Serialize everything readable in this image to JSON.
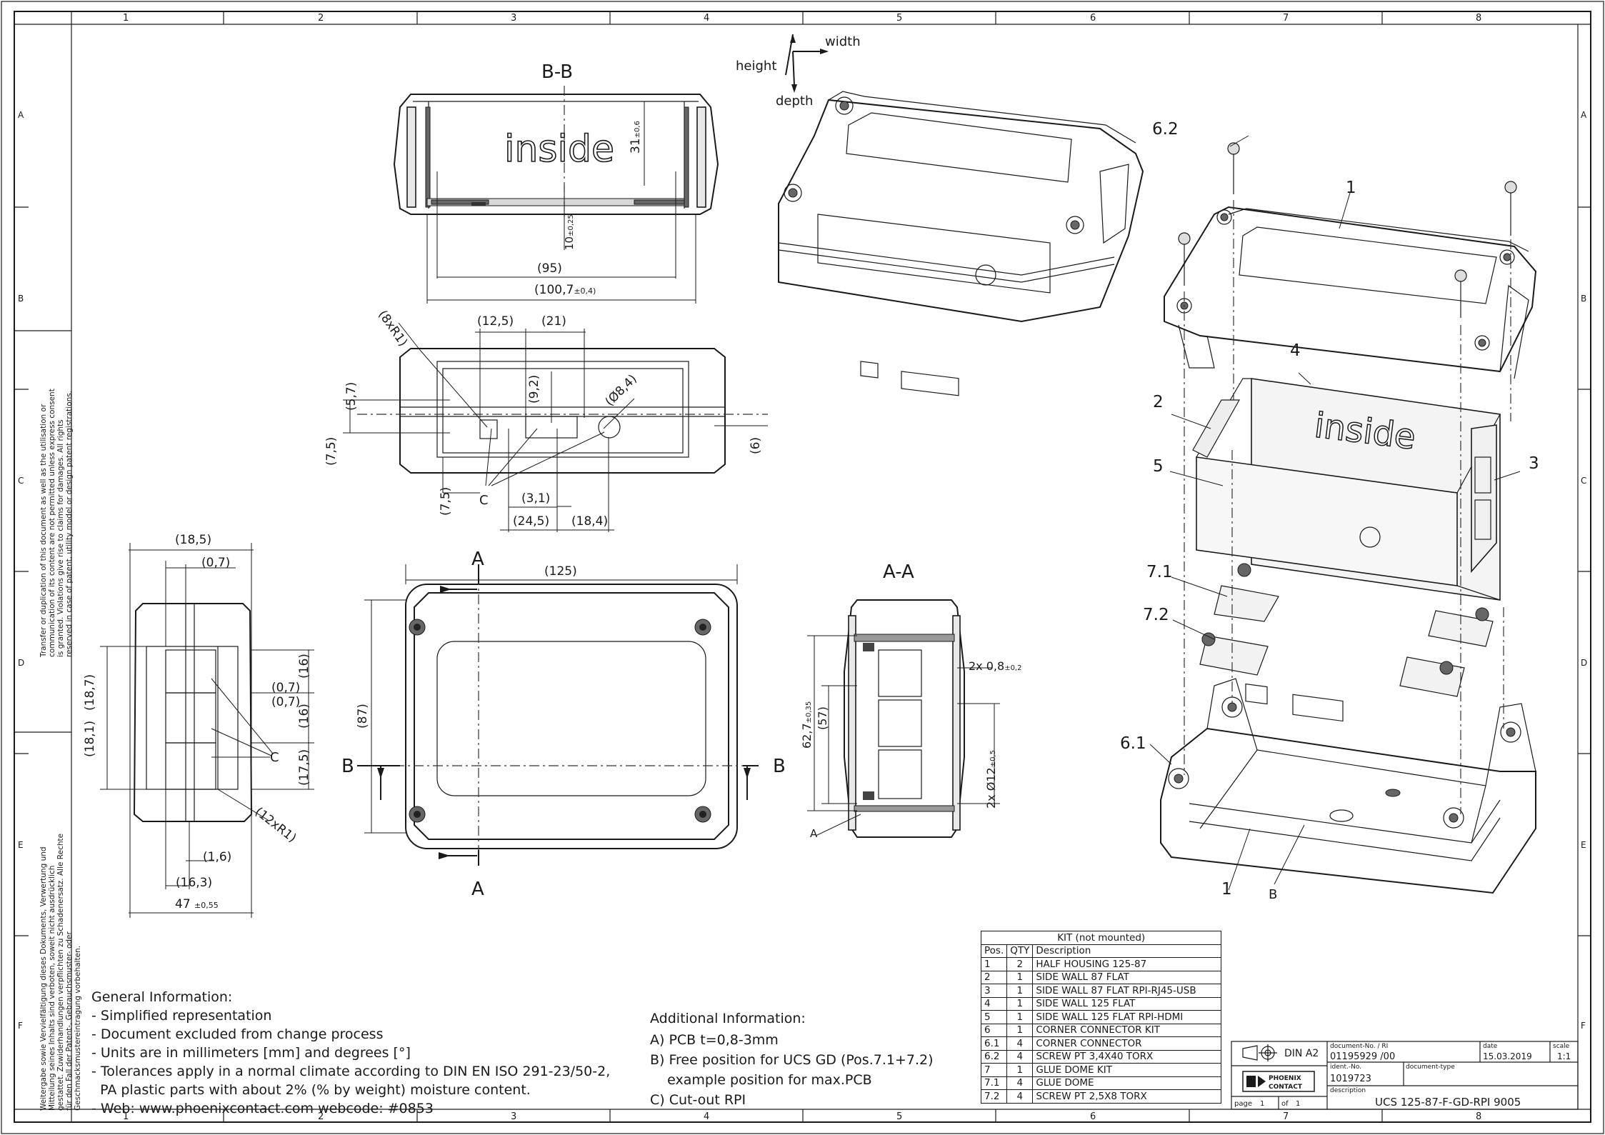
{
  "frame": {
    "columns": [
      "1",
      "2",
      "3",
      "4",
      "5",
      "6",
      "7",
      "8"
    ],
    "rows": [
      "A",
      "B",
      "C",
      "D",
      "E",
      "F"
    ]
  },
  "views": {
    "bb_title": "B-B",
    "aa_title": "A-A",
    "inside_label": "inside",
    "axis_width": "width",
    "axis_height": "height",
    "axis_depth": "depth",
    "section_a": "A",
    "section_b": "B"
  },
  "dimensions": {
    "bb_height": "31",
    "bb_height_tol": "±0,6",
    "bb_base": "10",
    "bb_base_tol": "±0,25",
    "bb_95": "(95)",
    "bb_100_7": "(100,7",
    "bb_100_7_tol": "±0,4)",
    "front_r1": "(8xR1)",
    "front_12_5": "(12,5)",
    "front_21": "(21)",
    "front_9_2": "(9,2)",
    "front_d8_4": "(Ø8,4)",
    "front_5_7": "(5,7)",
    "front_7_5a": "(7,5)",
    "front_7_5b": "(7,5)",
    "front_6": "(6)",
    "front_3_1": "(3,1)",
    "front_24_5": "(24,5)",
    "front_18_4": "(18,4)",
    "front_c": "C",
    "side_18_5": "(18,5)",
    "side_0_7a": "(0,7)",
    "side_18_7": "(18,7)",
    "side_18_1": "(18,1)",
    "side_16a": "(16)",
    "side_0_7b": "(0,7)",
    "side_16b": "(16)",
    "side_17_5": "(17,5)",
    "side_c": "C",
    "side_r1": "(12xR1)",
    "side_1_6": "(1,6)",
    "side_16_3": "(16,3)",
    "side_47": "47",
    "side_47_tol": "±0,55",
    "top_125": "(125)",
    "top_87": "(87)",
    "aa_0_8": "2x 0,8",
    "aa_0_8_tol": "±0,2",
    "aa_62_7": "62,7",
    "aa_62_7_tol": "±0,35",
    "aa_57": "(57)",
    "aa_12": "2x Ø12",
    "aa_12_tol": "±0,5",
    "aa_a": "A"
  },
  "callouts": [
    "6.2",
    "1",
    "4",
    "2",
    "5",
    "3",
    "7.1",
    "7.2",
    "6.1",
    "1",
    "B"
  ],
  "general": {
    "title": "General Information:",
    "lines": [
      "- Simplified representation",
      "- Document excluded from change process",
      "- Units are in millimeters [mm] and degrees [°]",
      "- Tolerances apply in a normal climate according to DIN EN ISO 291-23/50-2,",
      "  PA plastic parts with about 2% (% by weight) moisture content.",
      "- Web: www.phoenixcontact.com webcode: #0853"
    ]
  },
  "additional": {
    "title": "Additional Information:",
    "lines": [
      "A) PCB t=0,8-3mm",
      "B) Free position for UCS GD (Pos.7.1+7.2)",
      "    example position for max.PCB",
      "C) Cut-out RPI"
    ]
  },
  "kit": {
    "title": "KIT (not mounted)",
    "headers": [
      "Pos.",
      "QTY",
      "Description"
    ],
    "rows": [
      [
        "1",
        "2",
        "HALF HOUSING 125-87"
      ],
      [
        "2",
        "1",
        "SIDE WALL 87 FLAT"
      ],
      [
        "3",
        "1",
        "SIDE WALL 87 FLAT RPI-RJ45-USB"
      ],
      [
        "4",
        "1",
        "SIDE WALL 125 FLAT"
      ],
      [
        "5",
        "1",
        "SIDE WALL 125 FLAT RPI-HDMI"
      ],
      [
        "6",
        "1",
        "CORNER CONNECTOR KIT"
      ],
      [
        "6.1",
        "4",
        "CORNER CONNECTOR"
      ],
      [
        "6.2",
        "4",
        "SCREW PT 3,4X40 TORX"
      ],
      [
        "7",
        "1",
        "GLUE DOME KIT"
      ],
      [
        "7.1",
        "4",
        "GLUE DOME"
      ],
      [
        "7.2",
        "4",
        "SCREW PT 2,5X8 TORX"
      ]
    ]
  },
  "titleblock": {
    "format": "DIN A2",
    "docno_label": "document-No. / RI",
    "docno": "01195929 /00",
    "date_label": "date",
    "date": "15.03.2019",
    "scale_label": "scale",
    "scale": "1:1",
    "ident_label": "ident.-No.",
    "ident": "1019723",
    "doctype_label": "document-type",
    "desc_label": "description",
    "desc": "UCS 125-87-F-GD-RPI 9005",
    "page_label": "page",
    "page": "1",
    "of_label": "of",
    "of": "1",
    "logo": "PHOENIX CONTACT"
  },
  "side_notes": {
    "upper": "Transfer or duplication of this document as well as the utilisation or communication of its content are not permitted unless express consent is granted. Violations give rise to claims for damages. All rights reserved in case of patent, utility model or design patent registrations.",
    "lower": "Weitergabe sowie Vervielfältigung dieses Dokuments, Verwertung und Mitteilung seines Inhalts sind verboten, soweit nicht ausdrücklich gestattet. Zuwiderhandlungen verpflichten zu Schadenersatz. Alle Rechte für den Fall der Patent-, Gebrauchsmuster- oder Geschmacksmustereintragung vorbehalten."
  }
}
